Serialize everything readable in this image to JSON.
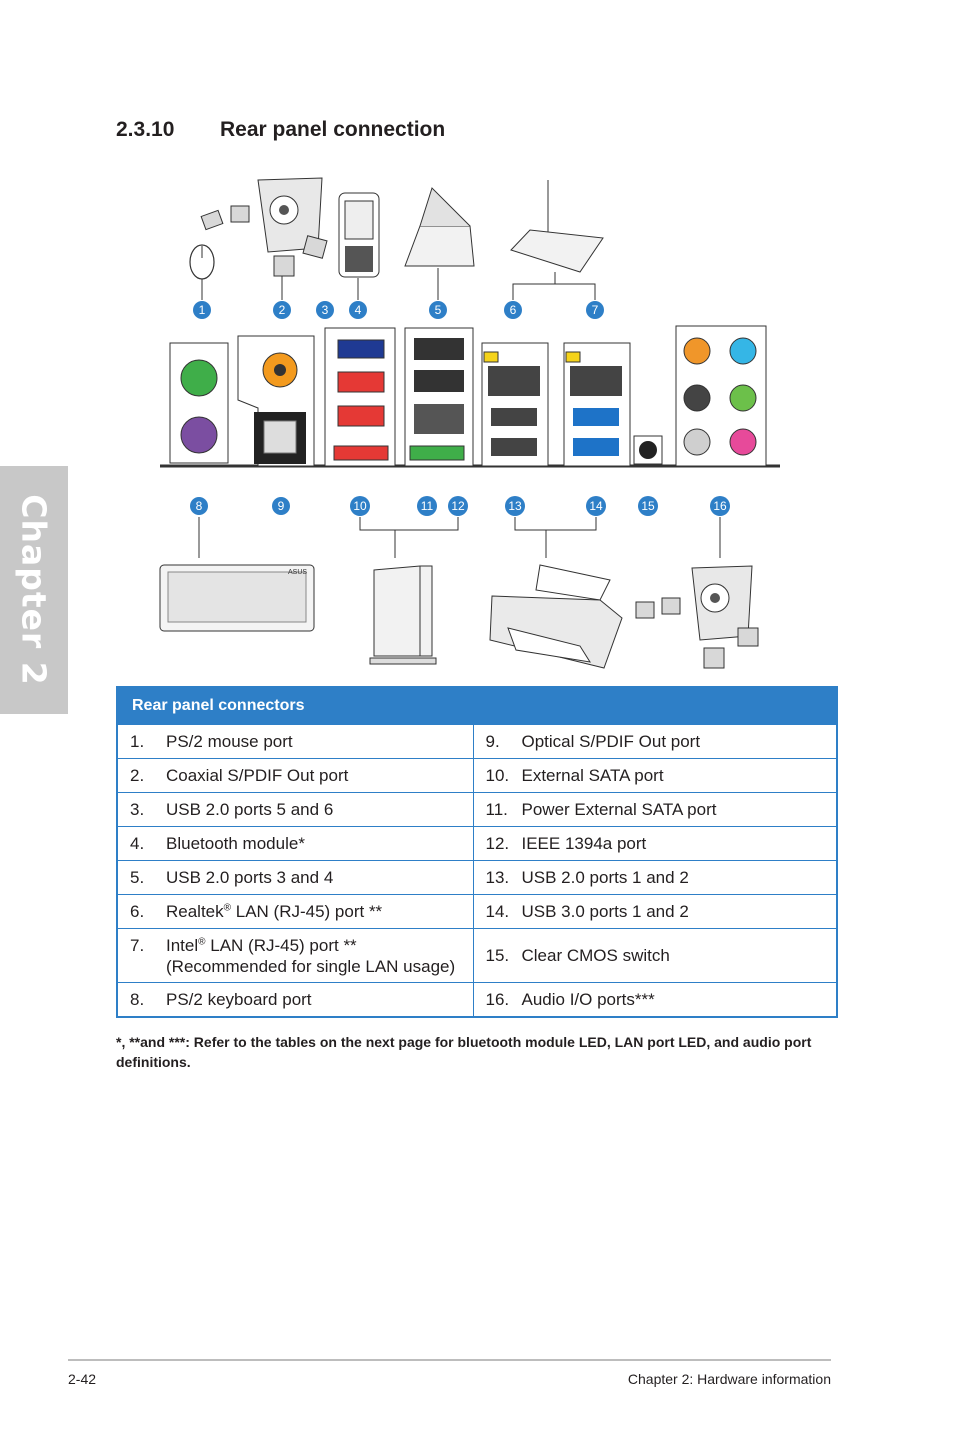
{
  "chapter_tab": "Chapter 2",
  "section": {
    "number": "2.3.10",
    "title": "Rear panel connection"
  },
  "diagram": {
    "callouts": [
      "1",
      "2",
      "3",
      "4",
      "5",
      "6",
      "7",
      "8",
      "9",
      "10",
      "11",
      "12",
      "13",
      "14",
      "15",
      "16"
    ],
    "brand_text": "ASUS",
    "colors": {
      "badge": "#2e7fc7",
      "ps2_mouse": "#3fae49",
      "ps2_keyboard": "#7b4ea1",
      "coaxial": "#f39a1e",
      "usb2": "#e53935",
      "bluetooth": "#1f3a93",
      "esata": "#e53935",
      "power_esata": "#3fae49",
      "usb3": "#1e73c8",
      "audio_orange": "#f0962a",
      "audio_blue": "#35b6e6",
      "audio_green": "#6cc04a",
      "audio_pink": "#e74a9a",
      "lan_led": "#f5d31a"
    }
  },
  "table": {
    "header": "Rear panel connectors",
    "rows": [
      {
        "left": {
          "num": "1.",
          "text": "PS/2 mouse port"
        },
        "right": {
          "num": "9.",
          "text": "Optical S/PDIF Out port"
        }
      },
      {
        "left": {
          "num": "2.",
          "text": "Coaxial S/PDIF Out port"
        },
        "right": {
          "num": "10.",
          "text": "External SATA port"
        }
      },
      {
        "left": {
          "num": "3.",
          "text": "USB 2.0 ports 5 and 6"
        },
        "right": {
          "num": "11.",
          "text": "Power External SATA port"
        }
      },
      {
        "left": {
          "num": "4.",
          "text": "Bluetooth module*"
        },
        "right": {
          "num": "12.",
          "text": "IEEE 1394a port"
        }
      },
      {
        "left": {
          "num": "5.",
          "text": "USB 2.0 ports 3 and 4"
        },
        "right": {
          "num": "13.",
          "text": "USB 2.0 ports 1 and 2"
        }
      },
      {
        "left": {
          "num": "6.",
          "text_pre": "Realtek",
          "sup": "®",
          "text_post": " LAN (RJ-45) port **"
        },
        "right": {
          "num": "14.",
          "text": "USB 3.0 ports 1 and 2"
        }
      },
      {
        "left": {
          "num": "7.",
          "text_pre": "Intel",
          "sup": "®",
          "text_post": " LAN (RJ-45) port **",
          "text2": "(Recommended for single LAN usage)"
        },
        "right": {
          "num": "15.",
          "text": "Clear CMOS switch"
        }
      },
      {
        "left": {
          "num": "8.",
          "text": "PS/2 keyboard port"
        },
        "right": {
          "num": "16.",
          "text": "Audio I/O ports***"
        }
      }
    ]
  },
  "footnote": "*, **and ***: Refer to the tables on the next page for bluetooth module LED, LAN port LED, and audio port definitions.",
  "footer": {
    "page": "2-42",
    "chapter_info": "Chapter 2: Hardware information"
  }
}
